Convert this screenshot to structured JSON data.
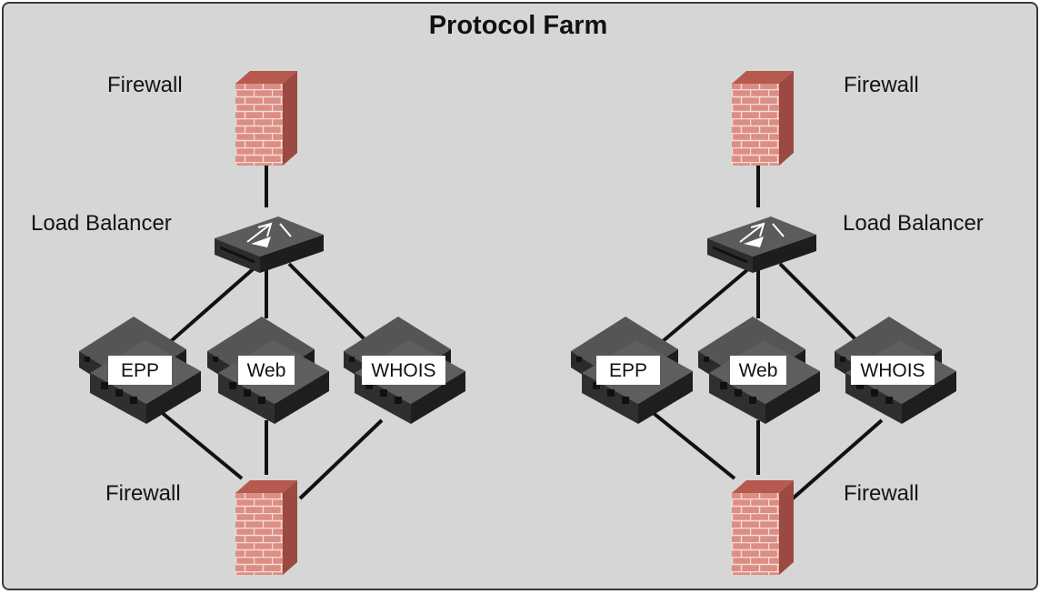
{
  "title": "Protocol Farm",
  "left": {
    "top_firewall_label": "Firewall",
    "load_balancer_label": "Load Balancer",
    "bottom_firewall_label": "Firewall",
    "servers": [
      "EPP",
      "Web",
      "WHOIS"
    ]
  },
  "right": {
    "top_firewall_label": "Firewall",
    "load_balancer_label": "Load Balancer",
    "bottom_firewall_label": "Firewall",
    "servers": [
      "EPP",
      "Web",
      "WHOIS"
    ]
  },
  "colors": {
    "background": "#d6d6d6",
    "brick": "#d98a80",
    "brick_top": "#b65a4f",
    "device_top": "#5a5a5a",
    "device_side": "#222222",
    "connector": "#111111"
  }
}
